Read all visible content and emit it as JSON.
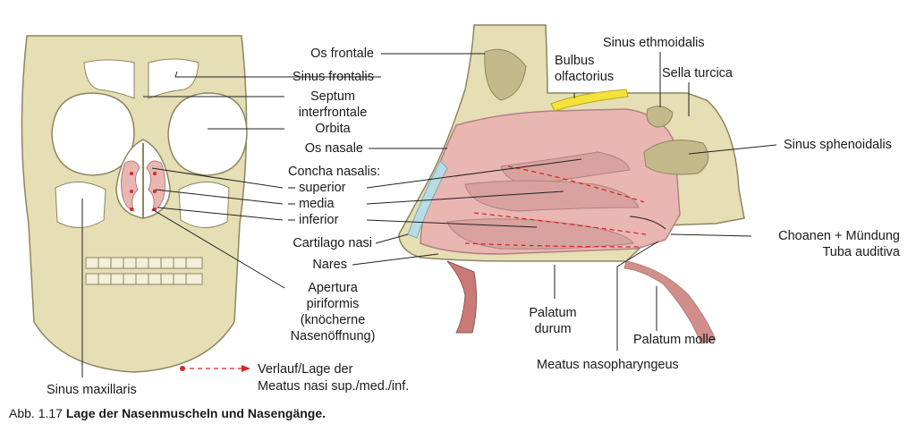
{
  "labels": {
    "os_frontale": "Os frontale",
    "sinus_frontalis": "Sinus frontalis",
    "septum_line1": "Septum",
    "septum_line2": "interfrontale",
    "orbita": "Orbita",
    "os_nasale": "Os nasale",
    "concha_title": "Concha nasalis:",
    "concha_superior": "– superior",
    "concha_media": "– media",
    "concha_inferior": "– inferior",
    "cartilago_nasi": "Cartilago nasi",
    "nares": "Nares",
    "apertura_line1": "Apertura",
    "apertura_line2": "piriformis",
    "apertura_line3": "(knöcherne",
    "apertura_line4": "Nasenöffnung)",
    "sinus_maxillaris": "Sinus maxillaris",
    "legend_line1": "Verlauf/Lage der",
    "legend_line2": "Meatus nasi sup./med./inf.",
    "bulbus_line1": "Bulbus",
    "bulbus_line2": "olfactorius",
    "sinus_ethmoidalis": "Sinus ethmoidalis",
    "sella_turcica": "Sella turcica",
    "sinus_sphenoidalis": "Sinus sphenoidalis",
    "choanen_line1": "Choanen + Mündung",
    "choanen_line2": "Tuba auditiva",
    "palatum_durum_line1": "Palatum",
    "palatum_durum_line2": "durum",
    "palatum_molle": "Palatum molle",
    "meatus_nasopharyngeus": "Meatus nasopharyngeus"
  },
  "caption": {
    "number": "Abb. 1.17",
    "title": "Lage der Nasenmuscheln und Nasengänge."
  },
  "colors": {
    "bone": "#e6deb4",
    "bone_outline": "#8c8660",
    "sinus_fill": "#c4b98a",
    "mucosa": "#e9b6b2",
    "mucosa_dark": "#d28e8a",
    "cavity_white": "#ffffff",
    "olfactory_yellow": "#f5e23a",
    "cartilage_blue": "#b8dce4",
    "meatus_red": "#d62828"
  }
}
